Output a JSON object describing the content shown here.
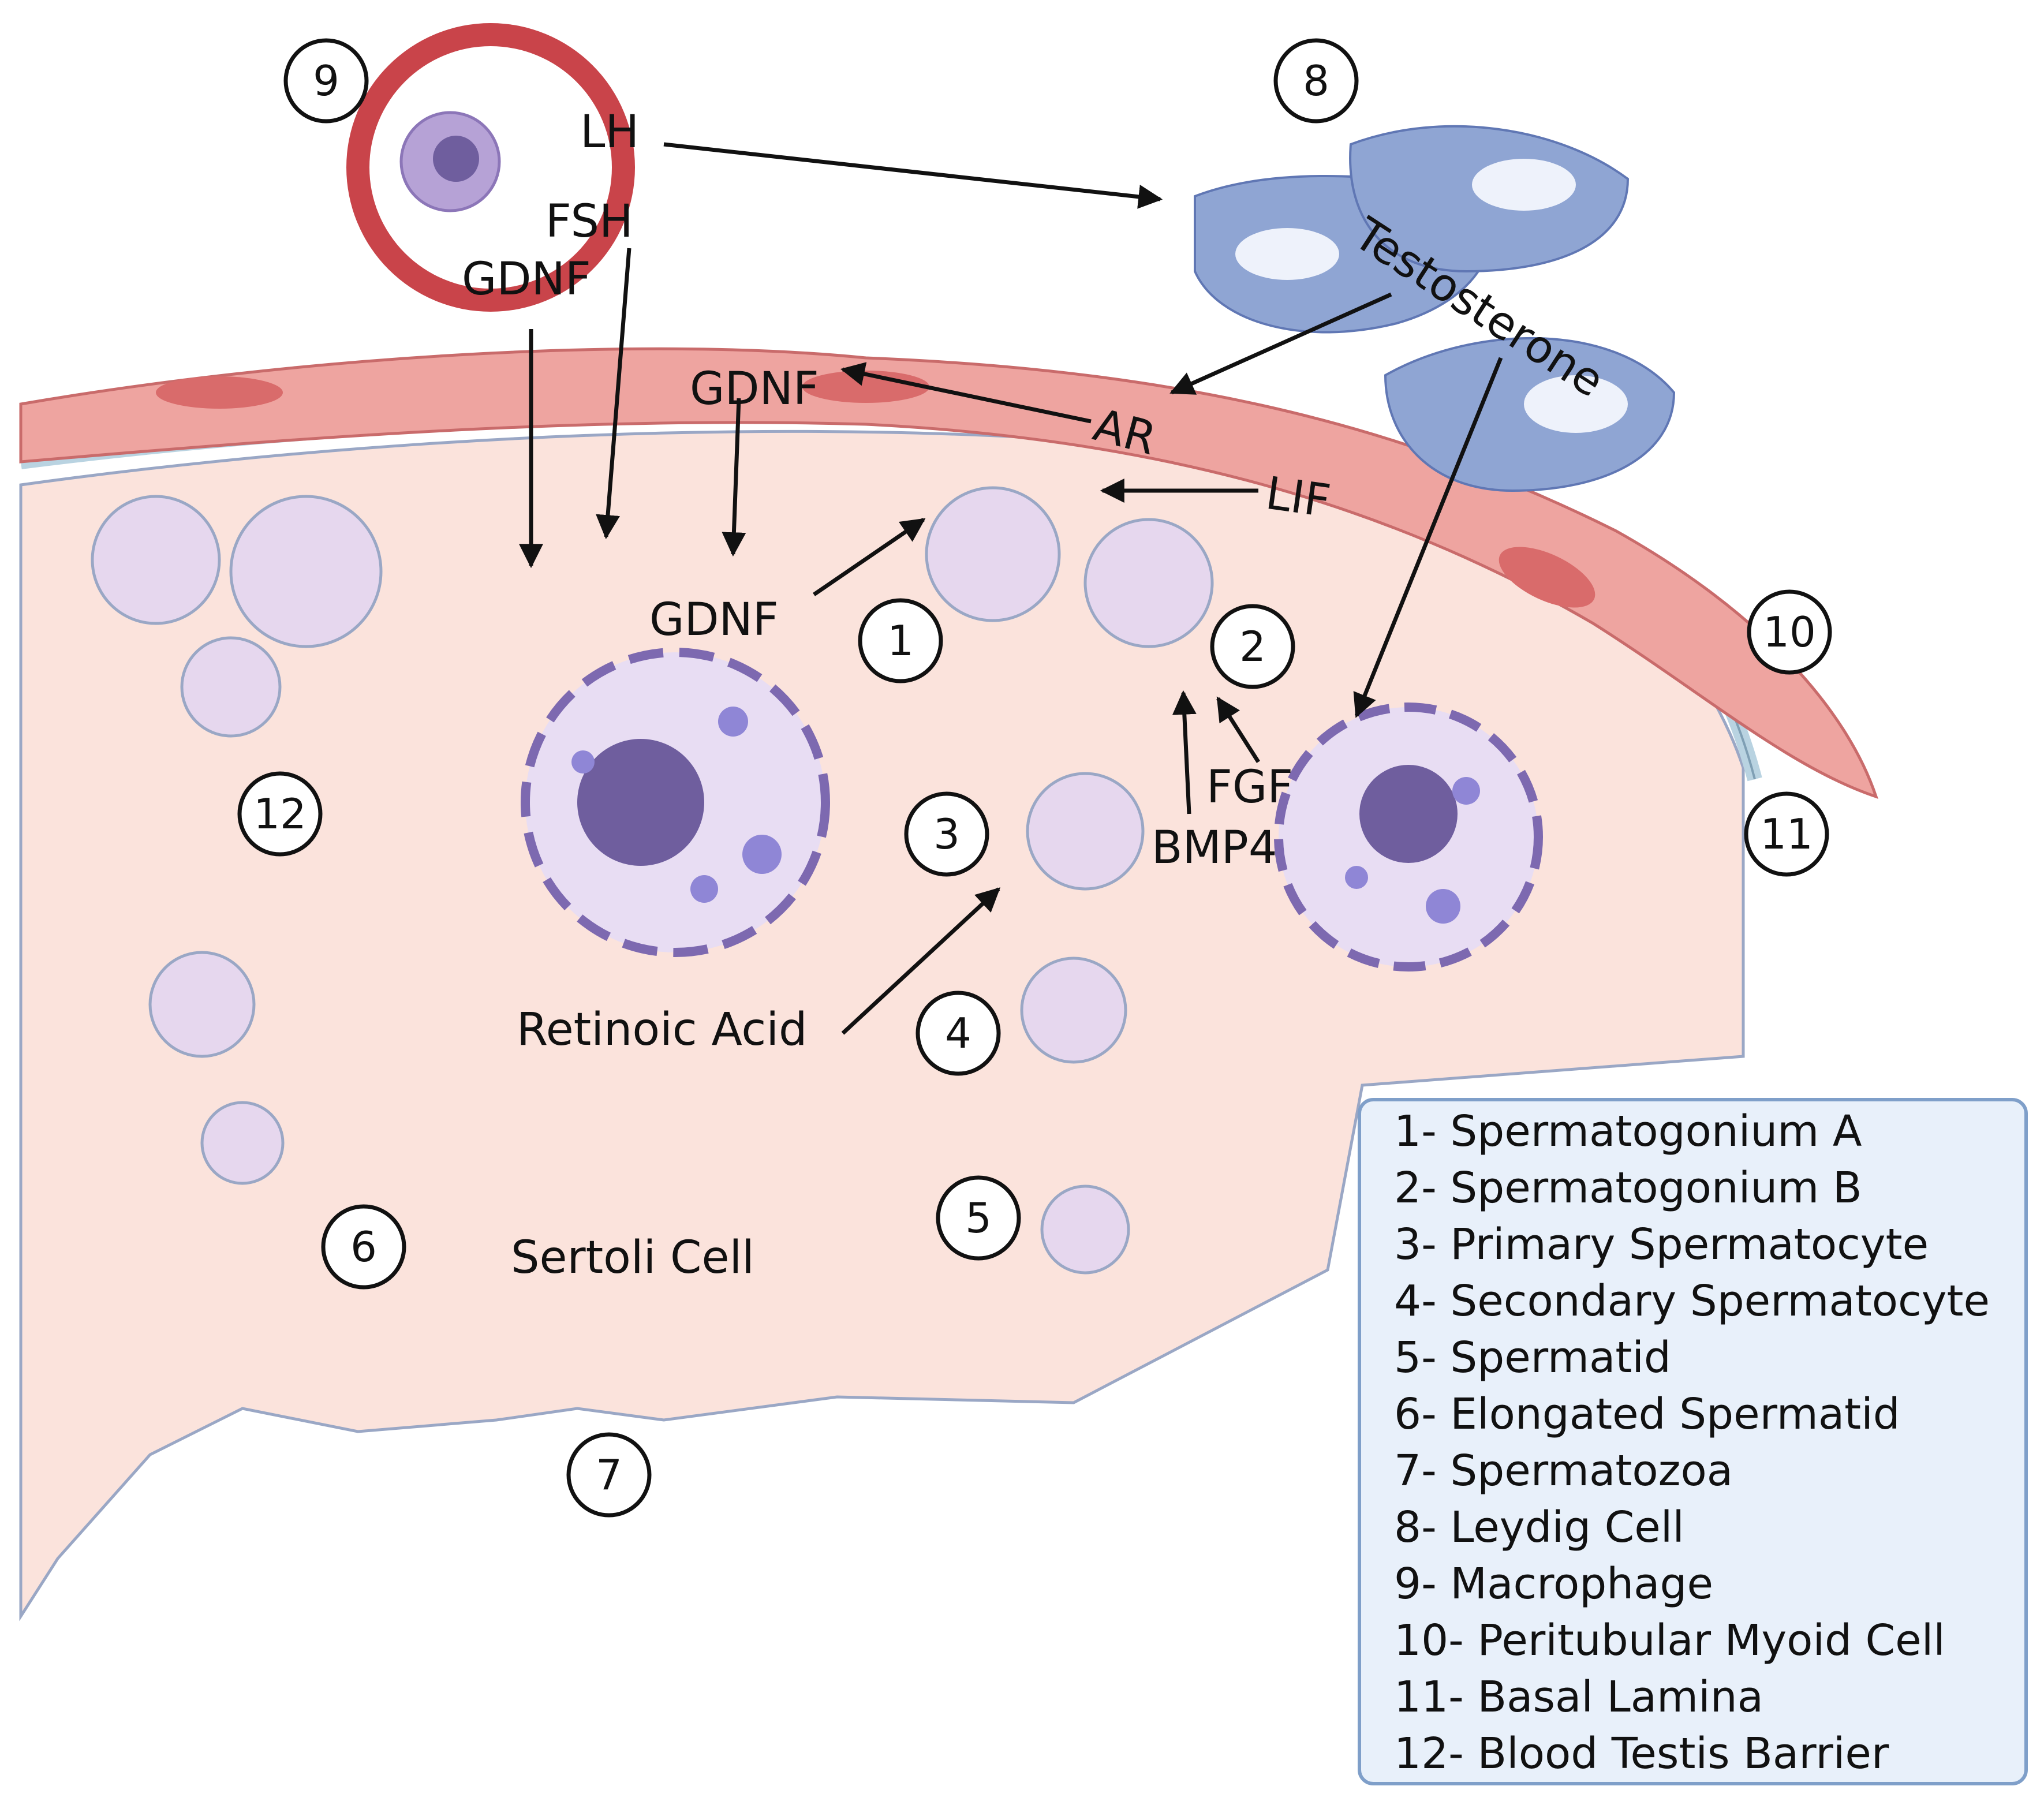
{
  "labels": {
    "lh": "LH",
    "fsh": "FSH",
    "gdnf_vessel": "GDNF",
    "gdnf_myoid": "GDNF",
    "gdnf_sertoli": "GDNF",
    "testosterone": "Testosterone",
    "ar": "AR",
    "lif": "LIF",
    "fgf": "FGF",
    "bmp4": "BMP4",
    "retinoic_acid": "Retinoic Acid",
    "sertoli_cell": "Sertoli Cell"
  },
  "markers": [
    "1",
    "2",
    "3",
    "4",
    "5",
    "6",
    "7",
    "8",
    "9",
    "10",
    "11",
    "12"
  ],
  "legend": [
    "1- Spermatogonium A",
    "2- Spermatogonium B",
    "3- Primary Spermatocyte",
    "4- Secondary Spermatocyte",
    "5- Spermatid",
    "6- Elongated Spermatid",
    "7- Spermatozoa",
    "8- Leydig Cell",
    "9- Macrophage",
    "10- Peritubular Myoid Cell",
    "11- Basal Lamina",
    "12- Blood Testis Barrier"
  ],
  "colors": {
    "sertoli": "#fbe3dc",
    "myoid": "#e89a96",
    "vessel": "#c9444a",
    "leydig": "#8fa5d3",
    "germ_cell": "#e6d7ee",
    "nucleus": "#6f5e9e",
    "lamina": "#b9d3e1",
    "legend_bg": "#e8f0fa",
    "legend_border": "#7f9fc9"
  }
}
